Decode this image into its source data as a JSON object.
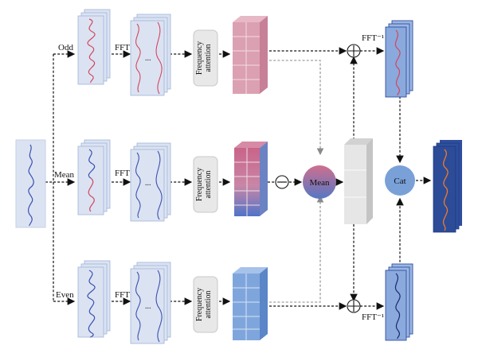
{
  "labels": {
    "odd": "Odd",
    "mean_branch": "Mean",
    "even": "Even",
    "fft": "FFT",
    "fft_inverse": "FFT⁻¹",
    "frequency_attention": "Frequency attention",
    "mean_node": "Mean",
    "cat": "Cat",
    "ellipsis": "..."
  },
  "colors": {
    "red_wave": "#d4465e",
    "blue_wave": "#3a4fb0",
    "red_block": "#dba0b2",
    "blue_block": "#7fa6dc",
    "output_block": "#2e4f9e",
    "output_wave": "#f07a2a"
  }
}
